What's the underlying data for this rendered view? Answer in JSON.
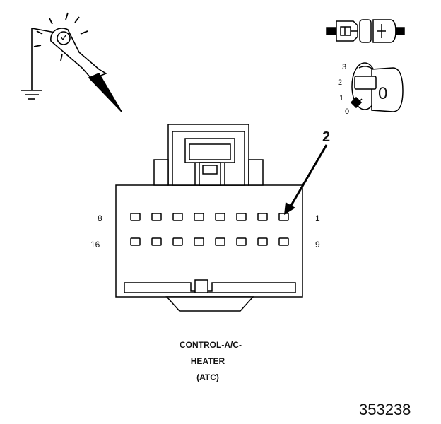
{
  "callout_number": "2",
  "pin_labels": {
    "top_left": "8",
    "top_right": "1",
    "bottom_left": "16",
    "bottom_right": "9"
  },
  "ignition_positions": [
    "3",
    "2",
    "1",
    "0"
  ],
  "key_label": "0",
  "caption_lines": [
    "CONTROL-A/C-",
    "HEATER",
    "(ATC)"
  ],
  "figure_number": "353238",
  "icons": [
    "test-light-icon",
    "ground-symbol-icon",
    "connector-disconnected-icon",
    "ignition-key-icon"
  ]
}
